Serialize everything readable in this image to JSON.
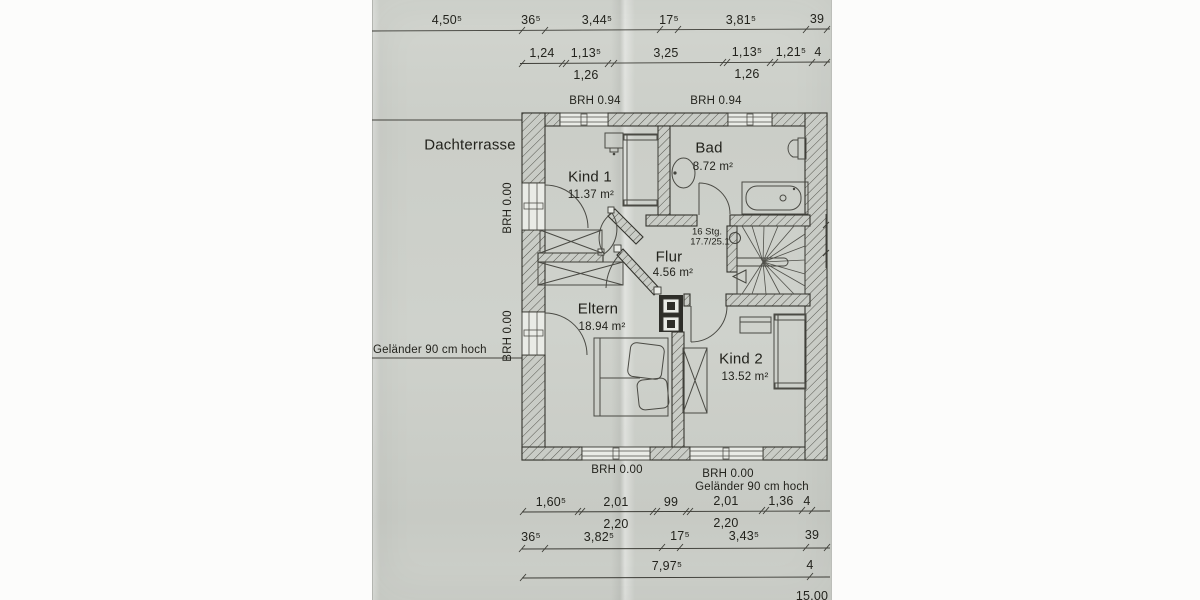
{
  "terrace": {
    "label": "Dachterrasse",
    "railing": "Geländer 90 cm hoch",
    "brh_labels": [
      "BRH 0.00",
      "BRH 0.00"
    ]
  },
  "top_windows": {
    "brh": [
      "BRH 0.94",
      "BRH 0.94"
    ]
  },
  "bottom_windows": {
    "brh": [
      "BRH 0.00",
      "BRH 0.00"
    ],
    "railing": "Geländer 90 cm hoch"
  },
  "rooms": {
    "kind1": {
      "name": "Kind 1",
      "area": "11.37 m²"
    },
    "bad": {
      "name": "Bad",
      "area": "8.72 m²"
    },
    "flur": {
      "name": "Flur",
      "area": "4.56 m²"
    },
    "eltern": {
      "name": "Eltern",
      "area": "18.94 m²"
    },
    "kind2": {
      "name": "Kind 2",
      "area": "13.52 m²"
    }
  },
  "stairs_note": {
    "line1": "16 Stg.",
    "line2": "17.7/25.1"
  },
  "dimensions": {
    "top_row1": [
      "4,50⁵",
      "36⁵",
      "3,44⁵",
      "17⁵",
      "3,81⁵",
      "39"
    ],
    "top_row2": [
      "1,24",
      "1,13⁵",
      "3,25",
      "1,13⁵",
      "1,21⁵",
      "4"
    ],
    "top_row2_sub": [
      "1,26",
      "1,26"
    ],
    "bottom_row1": [
      "1,60⁵",
      "2,01",
      "99",
      "2,01",
      "1,36",
      "4"
    ],
    "bottom_row1_sub": [
      "2,20",
      "2,20"
    ],
    "bottom_row2": [
      "36⁵",
      "3,82⁵",
      "17⁵",
      "3,43⁵",
      "39"
    ],
    "bottom_row3": [
      "7,97⁵",
      "4"
    ],
    "bottom_row4": [
      "15,00"
    ]
  },
  "colors": {
    "paper": "#cdd0ca",
    "ink": "#26261f",
    "margin": "#fcfcfb"
  }
}
